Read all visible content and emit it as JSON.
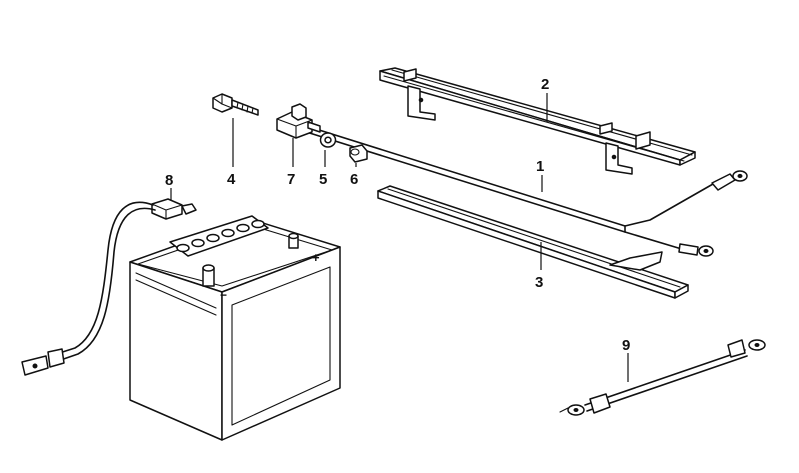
{
  "callouts": {
    "c1": "1",
    "c2": "2",
    "c3": "3",
    "c4": "4",
    "c5": "5",
    "c6": "6",
    "c7": "7",
    "c8": "8",
    "c9": "9"
  },
  "battery_marks": {
    "plus": "+",
    "minus": "−"
  }
}
